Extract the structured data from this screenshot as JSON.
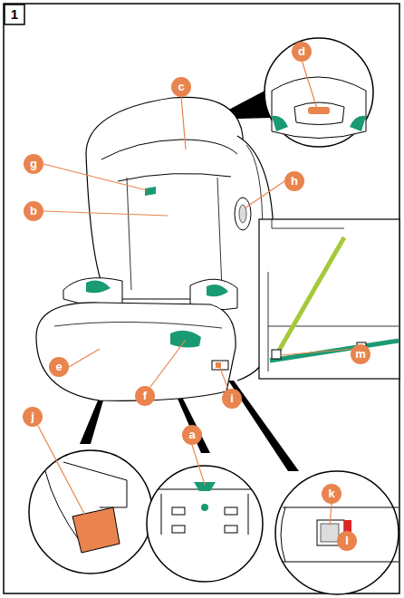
{
  "diagram": {
    "labels": [
      "1",
      "d",
      "c",
      "g",
      "h",
      "b",
      "m",
      "e",
      "f",
      "i",
      "j",
      "a",
      "k",
      "l"
    ]
  }
}
